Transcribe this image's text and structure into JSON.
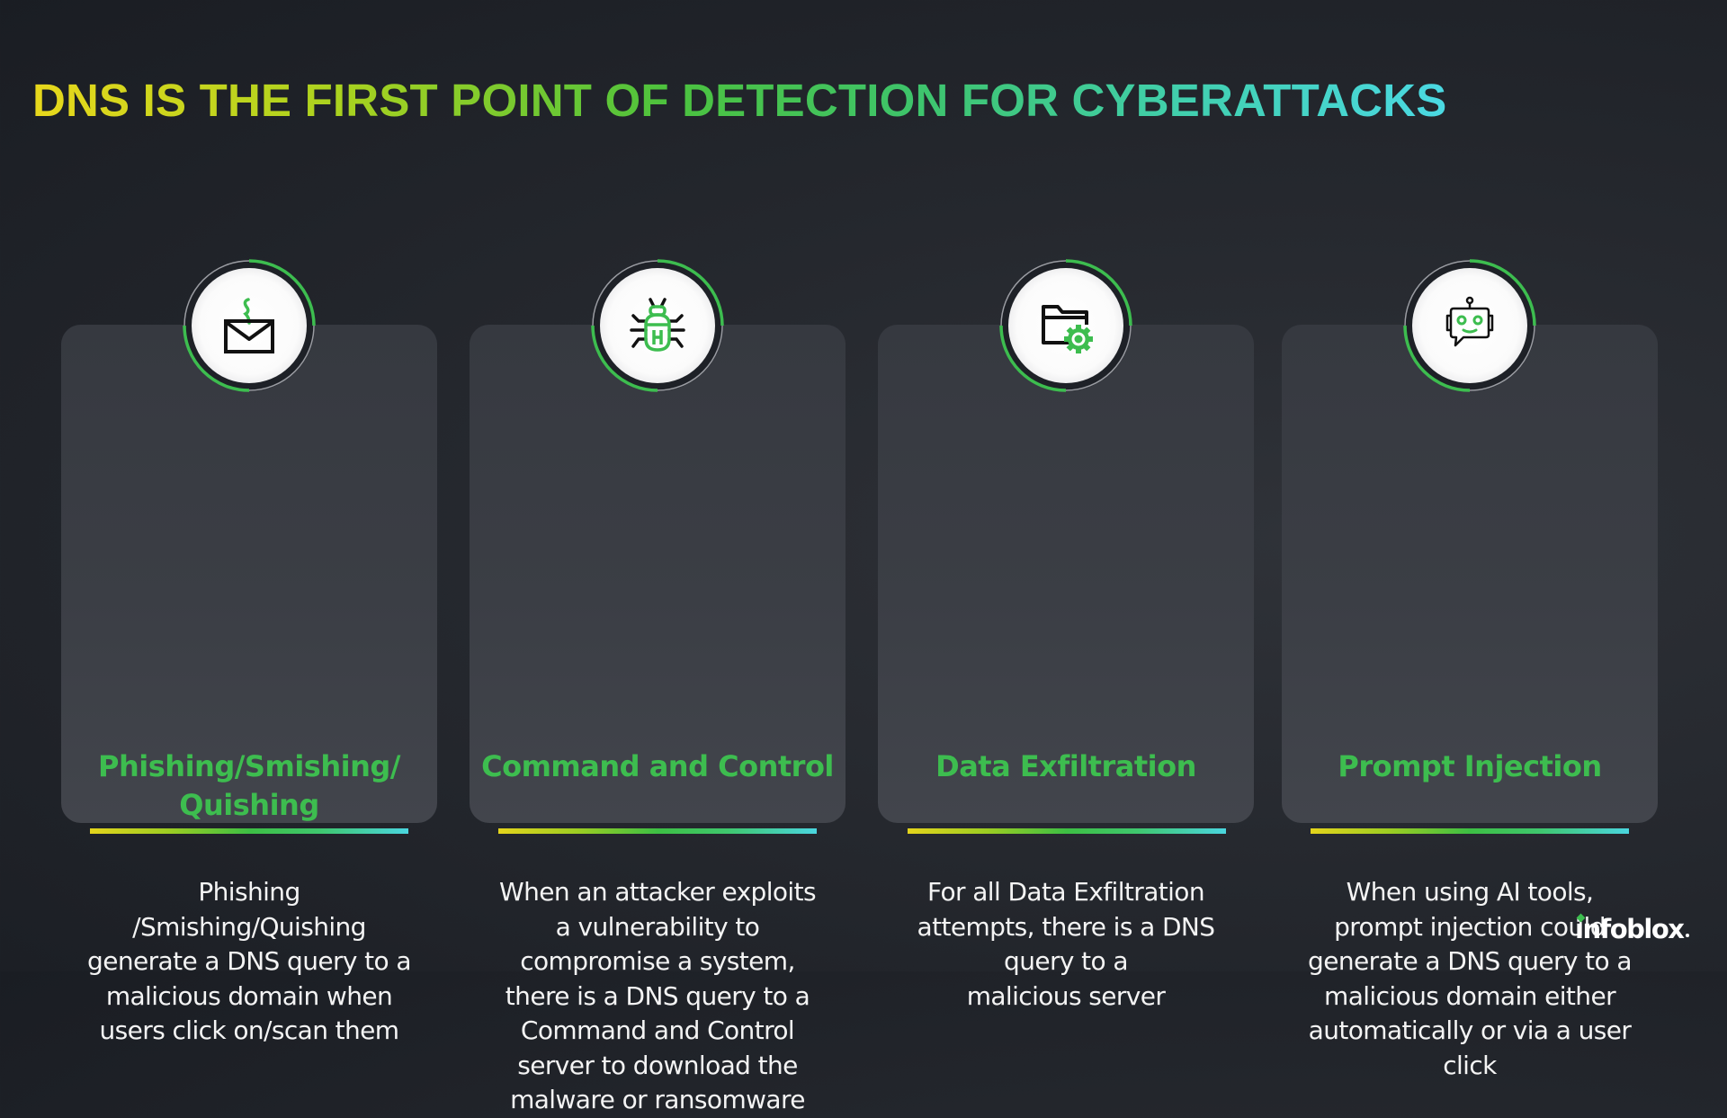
{
  "slide": {
    "title": "DNS IS THE FIRST POINT OF DETECTION FOR CYBERATTACKS",
    "title_gradient": [
      "#e8d81c",
      "#4cc23e",
      "#4bd9e3"
    ],
    "accent_color": "#3dbd4f",
    "cards": [
      {
        "icon": "phishing-email-hook-icon",
        "heading_lines": [
          "Phishing/Smishing/",
          "Quishing"
        ],
        "body_lines": [
          "Phishing",
          "/Smishing/Quishing",
          "generate a DNS query to a",
          "malicious domain when",
          "users click on/scan them"
        ]
      },
      {
        "icon": "bug-icon",
        "heading_lines": [
          "Command and Control"
        ],
        "body_lines": [
          "When an attacker exploits",
          "a vulnerability to",
          "compromise a system,",
          "there is a DNS query to a",
          "Command and Control",
          "server to download the",
          "malware or ransomware"
        ]
      },
      {
        "icon": "folder-gear-icon",
        "heading_lines": [
          "Data Exfiltration"
        ],
        "body_lines": [
          "For all Data Exfiltration",
          "attempts, there is a DNS",
          "query to a",
          "malicious server"
        ]
      },
      {
        "icon": "chatbot-icon",
        "heading_lines": [
          "Prompt Injection"
        ],
        "body_lines": [
          "When using AI tools,",
          "prompt injection could",
          "generate a DNS query to a",
          "malicious domain either",
          "automatically or via a user",
          "click"
        ]
      }
    ]
  },
  "footer": {
    "logo_text": "infoblox"
  }
}
